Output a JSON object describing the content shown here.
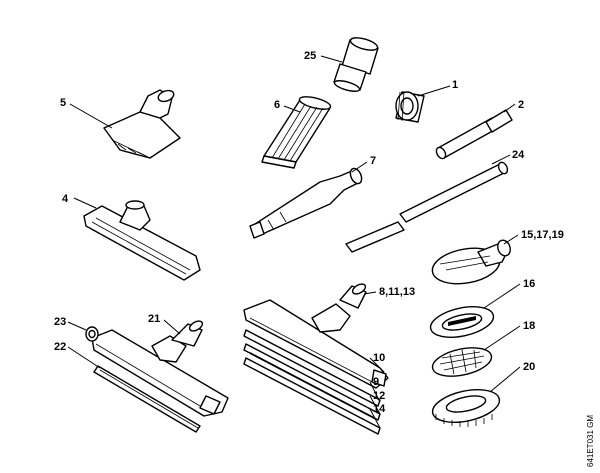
{
  "callouts": {
    "c1": "1",
    "c2": "2",
    "c4": "4",
    "c5": "5",
    "c6": "6",
    "c7": "7",
    "c24": "24",
    "c25": "25",
    "c15": "15,17,19",
    "c16": "16",
    "c18": "18",
    "c20": "20",
    "c8": "8,11,13",
    "c10": "10",
    "c9": "9",
    "c12": "12",
    "c14": "14",
    "c21": "21",
    "c22": "22",
    "c23": "23"
  },
  "drawing_code": "641ET031 GM"
}
